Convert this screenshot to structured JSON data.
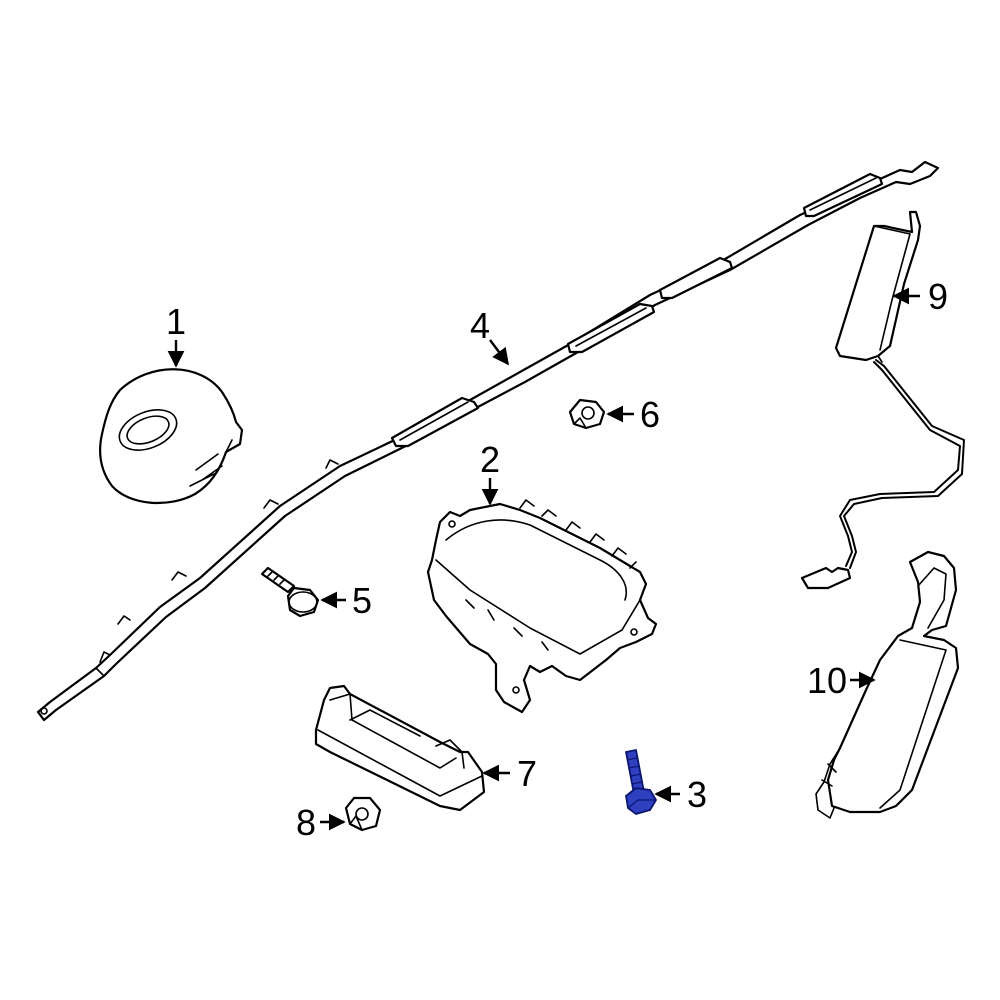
{
  "callouts": {
    "c1": "1",
    "c2": "2",
    "c3": "3",
    "c4": "4",
    "c5": "5",
    "c6": "6",
    "c7": "7",
    "c8": "8",
    "c9": "9",
    "c10": "10"
  },
  "colors": {
    "line": "#000000",
    "background": "#ffffff",
    "highlight_part": "#2e3fbf"
  },
  "highlighted_callout": "3"
}
